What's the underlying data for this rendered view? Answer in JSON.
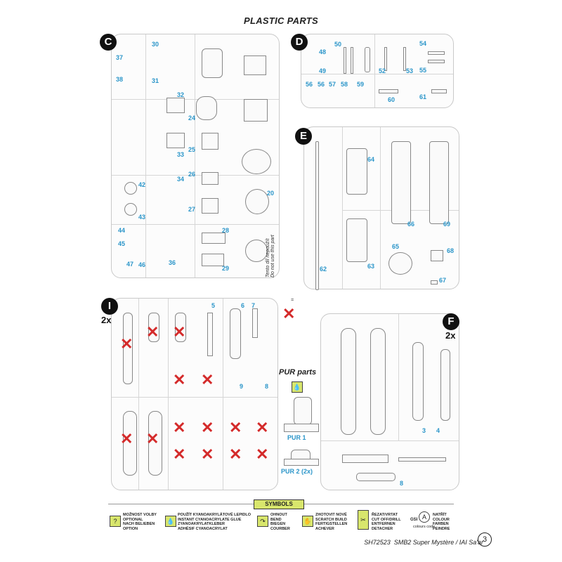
{
  "title": "PLASTIC PARTS",
  "sprues": {
    "C": {
      "letter": "C",
      "parts": [
        "37",
        "38",
        "30",
        "31",
        "32",
        "24",
        "33",
        "25",
        "34",
        "26",
        "42",
        "43",
        "27",
        "20",
        "44",
        "45",
        "47",
        "46",
        "36",
        "28",
        "29"
      ]
    },
    "D": {
      "letter": "D",
      "parts": [
        "48",
        "49",
        "50",
        "52",
        "53",
        "54",
        "55",
        "56",
        "56",
        "57",
        "58",
        "59",
        "60",
        "61"
      ]
    },
    "E": {
      "letter": "E",
      "parts": [
        "64",
        "66",
        "69",
        "65",
        "68",
        "62",
        "63",
        "67"
      ]
    },
    "I": {
      "letter": "I",
      "multiplier": "2x",
      "parts": [
        "5",
        "6",
        "7",
        "9",
        "8"
      ]
    },
    "F": {
      "letter": "F",
      "multiplier": "2x",
      "parts": [
        "3",
        "4",
        "8"
      ]
    }
  },
  "do_not_use": {
    "line1": "Tento díl nepoužít",
    "line2": "Do not use this part",
    "sign": "="
  },
  "pur": {
    "title": "PUR parts",
    "part1": "PUR 1",
    "part2": "PUR 2 (2x)"
  },
  "symbols": {
    "label": "SYMBOLS",
    "items": [
      {
        "icon": "?",
        "lines": [
          "MOŽNOST VOLBY",
          "OPTIONAL",
          "NACH BELIEBEN",
          "OPTION"
        ]
      },
      {
        "icon": "💧",
        "lines": [
          "POUŽÍT KYANOAKRYLÁTOVÉ LEPIDLO",
          "INSTANT CYANOACRYLATE GLUE",
          "ZYANOAKRYLATKLEBER",
          "ADHÉSIF CYANOACRYLAT"
        ]
      },
      {
        "icon": "↷",
        "lines": [
          "OHNOUT",
          "BEND",
          "BIEGEN",
          "COURBER"
        ]
      },
      {
        "icon": "✋",
        "lines": [
          "ZHOTOVIT NOVÉ",
          "SCRATCH BUILD",
          "FERTIGSTELLEN",
          "ACHEVER"
        ]
      },
      {
        "icon": "✂",
        "lines": [
          "ŘEZAT/VRTAT",
          "CUT OFF/DRILL",
          "ENTFERNEN",
          "DETACHER"
        ]
      },
      {
        "icon": "A",
        "lines": [
          "NATŘÍT",
          "COLOUR",
          "FARBEN",
          "PEINDRE"
        ]
      }
    ],
    "gsi": "GSI",
    "colours_code": "colours code"
  },
  "footer": {
    "code": "SH72523",
    "name": "SMB2 Super Mystère / IAI Sa'ar",
    "page": "3"
  },
  "colors": {
    "part_number": "#2a95c9",
    "cross": "#d42a2a",
    "symbol_bg": "#d8e66c"
  }
}
